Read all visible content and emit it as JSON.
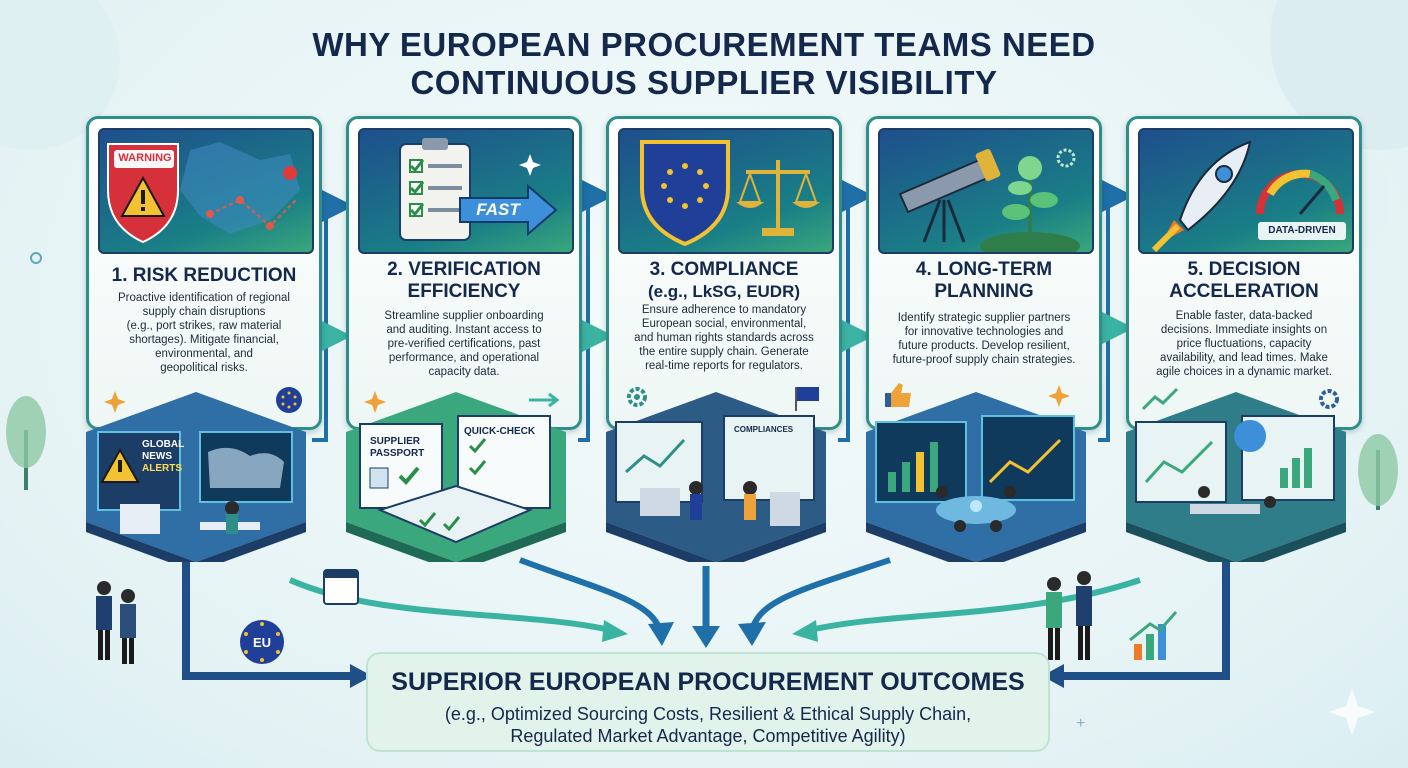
{
  "title": {
    "line1": "WHY EUROPEAN PROCUREMENT TEAMS NEED",
    "line2": "CONTINUOUS SUPPLIER VISIBILITY"
  },
  "cards": [
    {
      "heading_lines": [
        "1. RISK REDUCTION"
      ],
      "body_lines": [
        "Proactive identification of regional",
        "supply chain disruptions",
        "(e.g., port strikes, raw material",
        "shortages). Mitigate financial,",
        "environmental, and",
        "geopolitical risks."
      ],
      "hero_label": "WARNING",
      "scene_labels": [
        "GLOBAL",
        "NEWS",
        "ALERTS"
      ]
    },
    {
      "heading_lines": [
        "2. VERIFICATION",
        "EFFICIENCY"
      ],
      "body_lines": [
        "Streamline supplier onboarding",
        "and auditing. Instant access to",
        "pre-verified certifications, past",
        "performance, and operational",
        "capacity data."
      ],
      "hero_label": "FAST",
      "scene_labels": [
        "SUPPLIER",
        "PASSPORT",
        "QUICK-CHECK"
      ]
    },
    {
      "heading_lines": [
        "3. COMPLIANCE",
        "(e.g., LkSG, EUDR)"
      ],
      "body_lines": [
        "Ensure adherence to mandatory",
        "European social, environmental,",
        "and human rights standards across",
        "the entire supply chain. Generate",
        "real-time reports for regulators."
      ],
      "hero_label": "",
      "scene_labels": [
        "COMPLIANCES"
      ]
    },
    {
      "heading_lines": [
        "4. LONG-TERM",
        "PLANNING"
      ],
      "body_lines": [
        "Identify strategic supplier partners",
        "for innovative technologies and",
        "future products. Develop resilient,",
        "future-proof supply chain strategies."
      ],
      "hero_label": "",
      "scene_labels": []
    },
    {
      "heading_lines": [
        "5. DECISION",
        "ACCELERATION"
      ],
      "body_lines": [
        "Enable faster, data-backed",
        "decisions. Immediate insights on",
        "price fluctuations, capacity",
        "availability, and lead times. Make",
        "agile choices in a dynamic market."
      ],
      "hero_label": "DATA-DRIVEN",
      "scene_labels": []
    }
  ],
  "badge_eu": "EU",
  "outcome": {
    "heading": "SUPERIOR EUROPEAN PROCUREMENT OUTCOMES",
    "line1": "(e.g., Optimized Sourcing Costs, Resilient & Ethical Supply Chain,",
    "line2": "Regulated Market Advantage, Competitive Agility)"
  },
  "colors": {
    "navy": "#14284b",
    "teal": "#2e8f8a",
    "flow": "#1f6fa8",
    "green": "#3aa77c",
    "warning_red": "#d6303a",
    "eu_blue": "#1f3f99",
    "eu_gold": "#f2c230"
  }
}
